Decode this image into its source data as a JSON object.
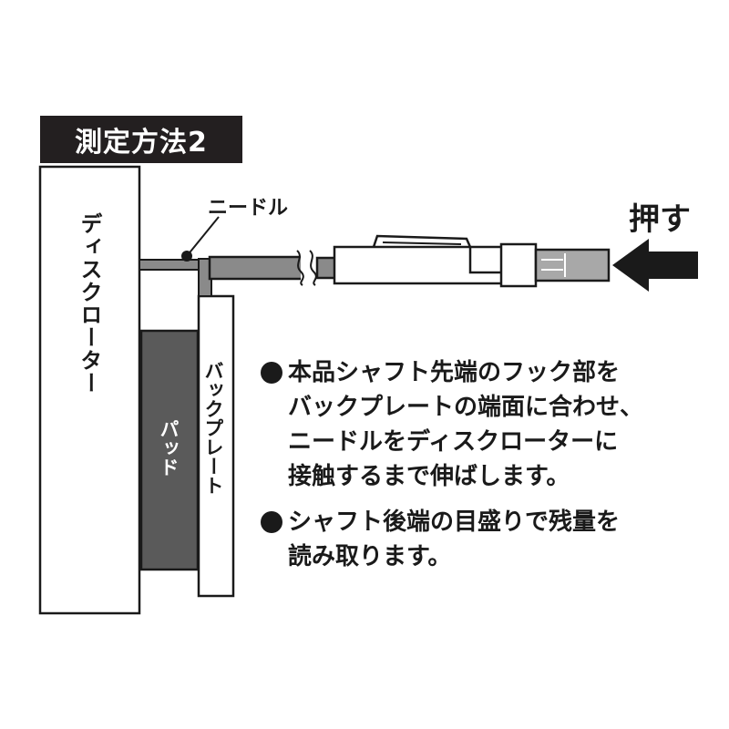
{
  "title": "測定方法2",
  "labels": {
    "disc_rotor": "ディスクローター",
    "pad": "パッド",
    "back_plate": "バックプレート",
    "needle": "ニードル",
    "push": "押す"
  },
  "instructions": [
    {
      "lines": [
        "本品シャフト先端のフック部を",
        "バックプレートの端面に合わせ、",
        "ニードルをディスクローターに",
        "接触するまで伸ばします。"
      ]
    },
    {
      "lines": [
        "シャフト後端の目盛りで残量を",
        "読み取ります。"
      ]
    }
  ],
  "colors": {
    "ink": "#231f20",
    "pad_fill": "#5a5a5a",
    "shaft_fill": "#8a8a8a",
    "grip_fill": "#a8a8a8"
  }
}
